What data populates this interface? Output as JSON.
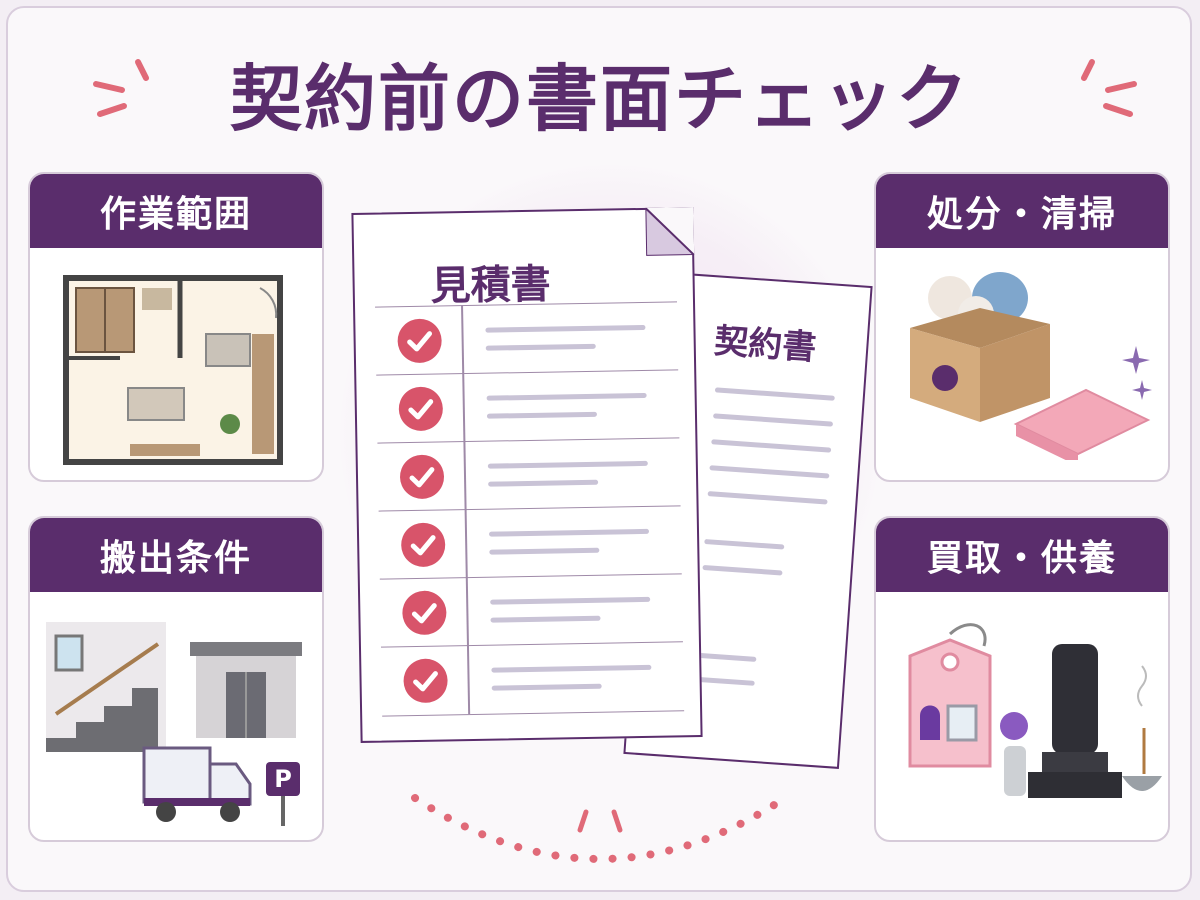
{
  "title": "契約前の書面チェック",
  "cards": {
    "scope": {
      "label": "作業範囲"
    },
    "disposal": {
      "label": "処分・清掃"
    },
    "transport": {
      "label": "搬出条件",
      "parking_sign": "P"
    },
    "buyback": {
      "label": "買取・供養"
    }
  },
  "documents": {
    "estimate": {
      "title": "見積書",
      "rows": 6
    },
    "contract": {
      "title": "契約書"
    }
  },
  "colors": {
    "brand": "#5a2d6c",
    "accent": "#d8546a",
    "card_border": "#d6cbd9",
    "background": "#faf8fa"
  }
}
